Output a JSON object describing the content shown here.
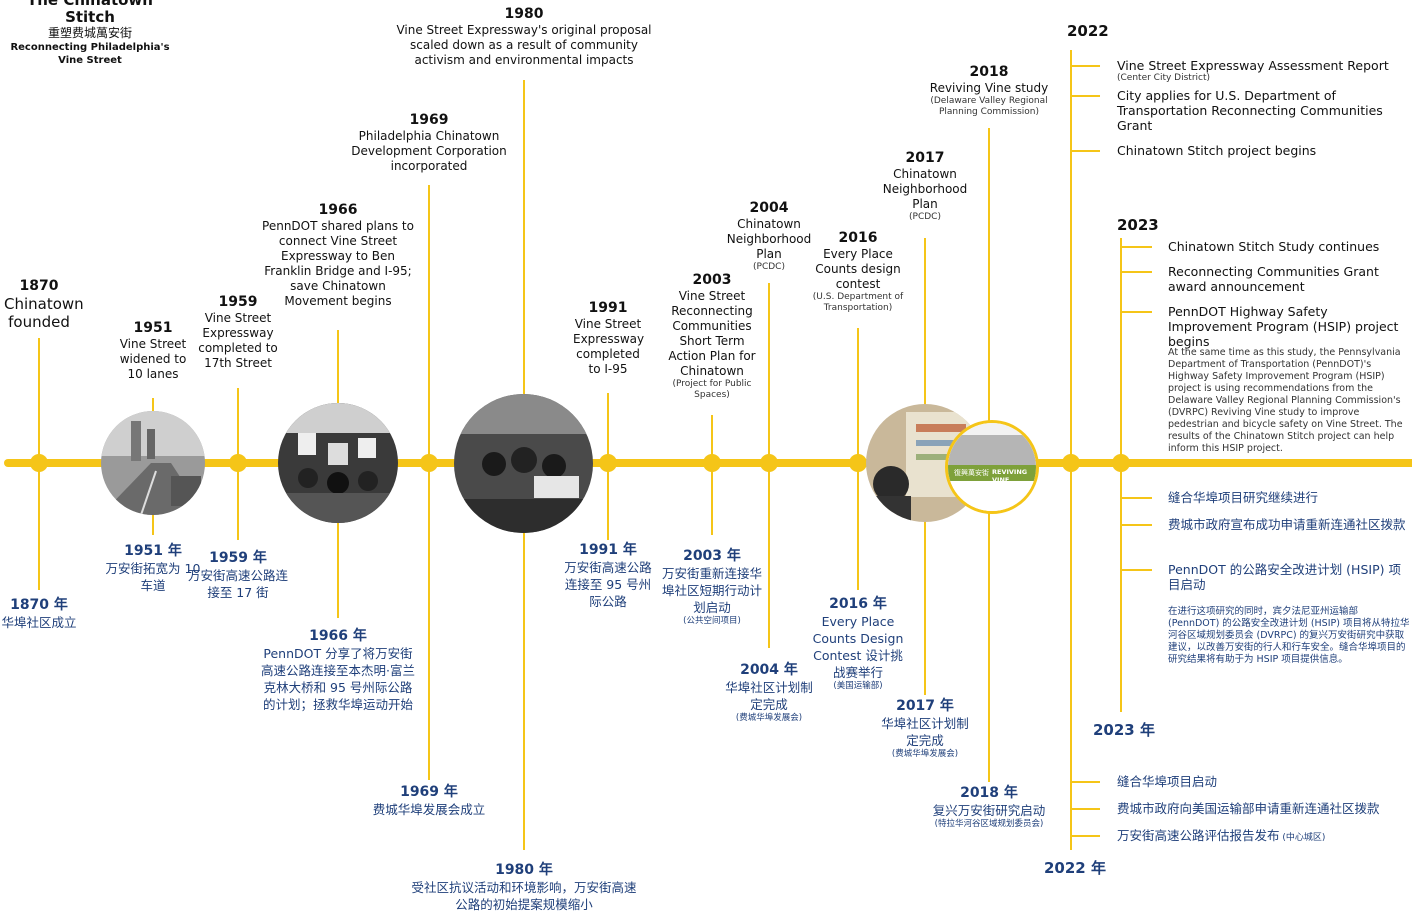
{
  "title": {
    "en": "The Chinatown Stitch",
    "zh": "重塑费城萬安街",
    "sub": "Reconnecting Philadelphia's Vine Street"
  },
  "colors": {
    "line": "#f5c518",
    "navy": "#1f3f7a",
    "photo_dark": "#2a2a2a"
  },
  "events_above": [
    {
      "year": "1870",
      "text": "Chinatown founded"
    },
    {
      "year": "1951",
      "text": "Vine Street widened to 10 lanes"
    },
    {
      "year": "1959",
      "text": "Vine Street Expressway completed to 17th Street"
    },
    {
      "year": "1966",
      "text": "PennDOT shared plans to connect Vine Street Expressway to Ben Franklin Bridge and I-95; save Chinatown Movement begins"
    },
    {
      "year": "1969",
      "text": "Philadelphia Chinatown Development Corporation incorporated"
    },
    {
      "year": "1980",
      "text": "Vine Street Expressway's original proposal scaled down as a result of community activism and environmental impacts"
    },
    {
      "year": "1991",
      "text": "Vine Street Expressway completed to I-95"
    },
    {
      "year": "2003",
      "text": "Vine Street Reconnecting Communities Short Term Action Plan for Chinatown",
      "sub": "(Project for Public Spaces)"
    },
    {
      "year": "2004",
      "text": "Chinatown Neighborhood Plan",
      "sub": "(PCDC)"
    },
    {
      "year": "2016",
      "text": "Every Place Counts design contest",
      "sub": "(U.S. Department of Transportation)"
    },
    {
      "year": "2017",
      "text": "Chinatown Neighborhood Plan",
      "sub": "(PCDC)"
    },
    {
      "year": "2018",
      "text": "Reviving Vine study",
      "sub": "(Delaware Valley Regional Planning Commission)"
    }
  ],
  "events_below": [
    {
      "year": "1870 年",
      "text": "华埠社区成立"
    },
    {
      "year": "1951 年",
      "text": "万安街拓宽为 10 车道"
    },
    {
      "year": "1959 年",
      "text": "万安街高速公路连接至 17 街"
    },
    {
      "year": "1966 年",
      "text": "PennDOT 分享了将万安街高速公路连接至本杰明·富兰克林大桥和 95 号州际公路的计划；拯救华埠运动开始"
    },
    {
      "year": "1969 年",
      "text": "费城华埠发展会成立"
    },
    {
      "year": "1980 年",
      "text": "受社区抗议活动和环境影响，万安街高速公路的初始提案规模缩小"
    },
    {
      "year": "1991 年",
      "text": "万安街高速公路连接至 95 号州际公路"
    },
    {
      "year": "2003 年",
      "text": "万安街重新连接华埠社区短期行动计划启动",
      "sub": "(公共空间项目)"
    },
    {
      "year": "2004 年",
      "text": "华埠社区计划制定完成",
      "sub": "(费城华埠发展会)"
    },
    {
      "year": "2016 年",
      "text": "Every Place Counts Design Contest 设计挑战赛举行",
      "sub": "(美国运输部)"
    },
    {
      "year": "2017 年",
      "text": "华埠社区计划制定完成",
      "sub": "(费城华埠发展会)"
    },
    {
      "year": "2018 年",
      "text": "复兴万安街研究启动",
      "sub": "(特拉华河谷区域规划委员会)"
    }
  ],
  "y2022": {
    "year": "2022",
    "items": [
      {
        "text": "Vine Street Expressway Assessment Report",
        "sub": "(Center City District)"
      },
      {
        "text": "City applies for U.S. Department of Transportation Reconnecting Communities Grant"
      },
      {
        "text": "Chinatown Stitch project begins"
      }
    ],
    "year_zh": "2022 年",
    "items_zh": [
      {
        "text": "缝合华埠项目启动"
      },
      {
        "text": "费城市政府向美国运输部申请重新连通社区拨款"
      },
      {
        "text": "万安街高速公路评估报告发布",
        "sub": "(中心城区)"
      }
    ]
  },
  "y2023": {
    "year": "2023",
    "items": [
      {
        "text": "Chinatown Stitch Study continues"
      },
      {
        "text": "Reconnecting Communities Grant award announcement"
      },
      {
        "text": "PennDOT Highway Safety Improvement Program (HSIP) project begins"
      }
    ],
    "note": "At the same time as this study, the Pennsylvania Department of Transportation (PennDOT)'s Highway Safety Improvement Program (HSIP) project is using recommendations from the Delaware Valley Regional Planning Commission's (DVRPC) Reviving Vine study to improve pedestrian and bicycle safety on Vine Street. The results of the Chinatown Stitch project can help inform this HSIP project.",
    "year_zh": "2023 年",
    "items_zh": [
      {
        "text": "缝合华埠项目研究继续进行"
      },
      {
        "text": "费城市政府宣布成功申请重新连通社区拨款"
      },
      {
        "text": "PennDOT 的公路安全改进计划 (HSIP) 项目启动"
      }
    ],
    "note_zh": "在进行这项研究的同时，宾夕法尼亚州运输部 (PennDOT) 的公路安全改进计划 (HSIP) 项目将从特拉华河谷区域规划委员会 (DVRPC) 的复兴万安街研究中获取建议，以改善万安街的行人和行车安全。缝合华埠项目的研究结果将有助于为 HSIP 项目提供信息。"
  },
  "reviving_vine_badge": {
    "zh": "復興萬安街",
    "en": "REVIVING VINE"
  }
}
